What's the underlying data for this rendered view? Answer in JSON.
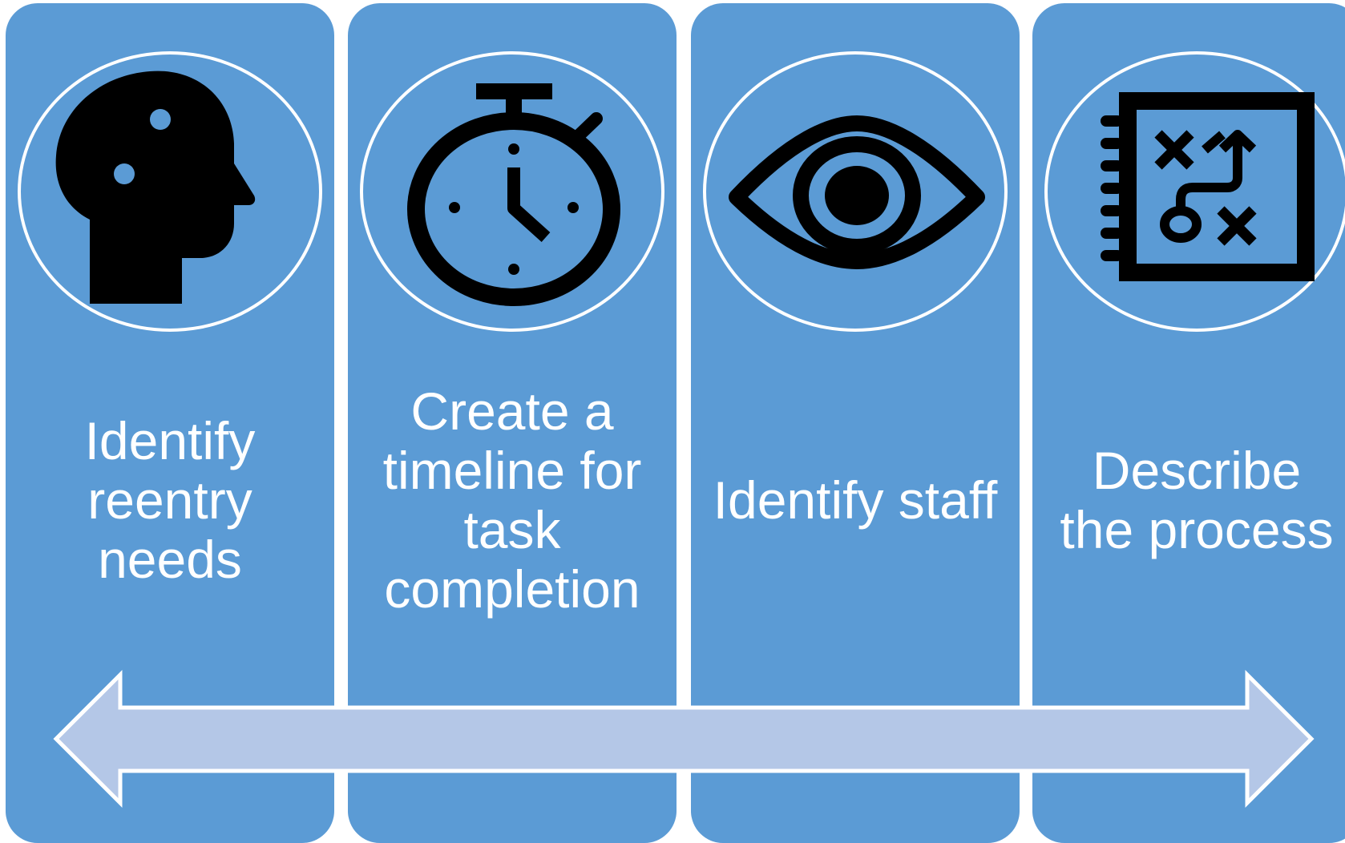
{
  "colors": {
    "background": "#ffffff",
    "column_fill": "#5b9bd5",
    "arrow_fill": "#b4c7e7",
    "outline": "#ffffff",
    "icon": "#000000",
    "text": "#ffffff"
  },
  "steps": [
    {
      "icon": "head-gears-icon",
      "label": "Identify reentry needs"
    },
    {
      "icon": "stopwatch-icon",
      "label": "Create a timeline for task completion"
    },
    {
      "icon": "eye-icon",
      "label": "Identify staff"
    },
    {
      "icon": "strategy-plan-icon",
      "label": "Describe the process"
    }
  ],
  "arrow": {
    "type": "double-headed"
  }
}
